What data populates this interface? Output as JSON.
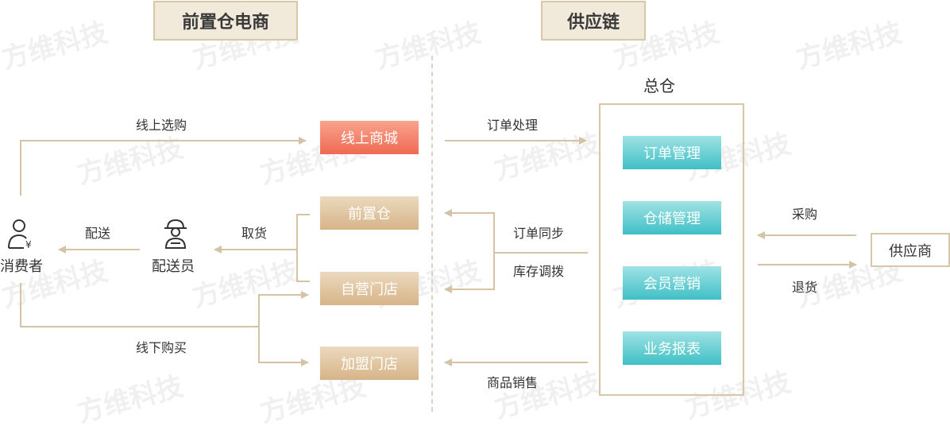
{
  "headers": {
    "front_warehouse_ecommerce": "前置仓电商",
    "supply_chain": "供应链"
  },
  "hq": {
    "title": "总仓"
  },
  "nodes": {
    "consumer": "消费者",
    "courier": "配送员",
    "online_mall": "线上商城",
    "front_warehouse": "前置仓",
    "self_store": "自营门店",
    "franchise_store": "加盟门店",
    "supplier": "供应商"
  },
  "hq_modules": [
    "订单管理",
    "仓储管理",
    "会员营销",
    "业务报表"
  ],
  "edge_labels": {
    "online_purchase": "线上选购",
    "deliver": "配送",
    "pickup": "取货",
    "offline_purchase": "线下购买",
    "order_processing": "订单处理",
    "order_sync": "订单同步",
    "inventory_transfer": "库存调拨",
    "product_sales": "商品销售",
    "procurement": "采购",
    "return_goods": "退货"
  },
  "watermark_text": "方维科技",
  "colors": {
    "line": "#d4c3a5",
    "header_bg": "#f1e9da",
    "mall_red": "#ef6a52",
    "tan": "#d6b489",
    "teal": "#3fc0c6"
  }
}
